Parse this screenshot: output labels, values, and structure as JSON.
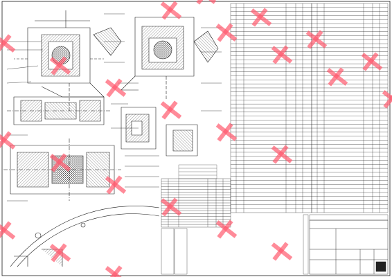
{
  "sheet": {
    "transcription_note": "",
    "watermark_glyphs": [
      "",
      "",
      ""
    ],
    "parts_list_left": {
      "headers": [
        "",
        "",
        "",
        "",
        "",
        ""
      ],
      "row_count_visible": 52,
      "rows": []
    },
    "parts_list_right": {
      "headers": [
        "",
        "",
        "",
        "",
        "",
        ""
      ],
      "row_count_visible": 52,
      "rows": []
    },
    "parts_list_small": {
      "headers": [
        "",
        "",
        "",
        "",
        "",
        ""
      ],
      "row_count_visible": 18,
      "rows": []
    },
    "callouts": [],
    "title_block": {
      "drawing_number": "",
      "title": "",
      "scale": "",
      "sheet": "",
      "company_logo_text": ""
    },
    "vertical_stamp": "",
    "notes_block": "",
    "colors": {
      "line": "#1a1a1a",
      "hatch": "#333333",
      "watermark": "#ff5a6e",
      "paper": "#ffffff"
    }
  }
}
